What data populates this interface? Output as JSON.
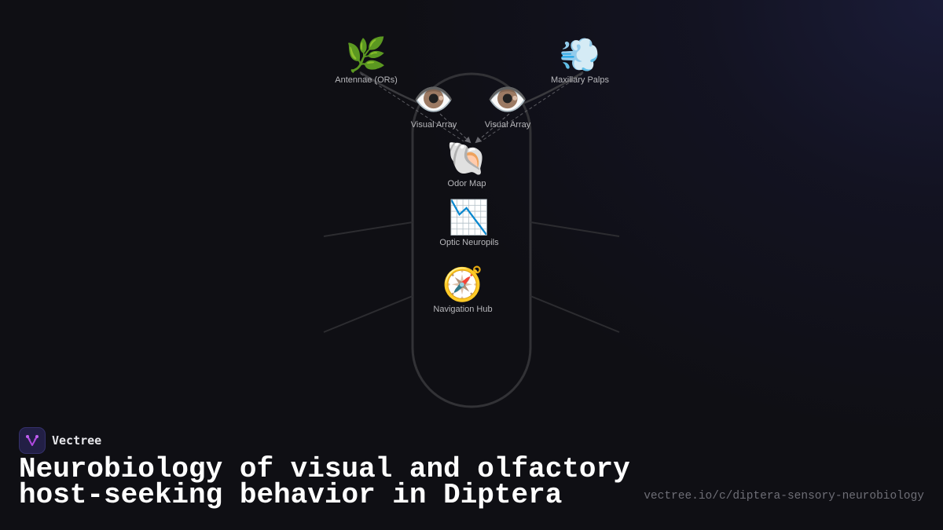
{
  "diagram": {
    "nodes": [
      {
        "id": "antennae",
        "label": "Antennae (ORs)",
        "icon": "herb-icon",
        "glyph": "🌿"
      },
      {
        "id": "palps",
        "label": "Maxillary Palps",
        "icon": "dash-wind-icon",
        "glyph": "💨"
      },
      {
        "id": "eye-left",
        "label": "Visual Array",
        "icon": "eye-icon",
        "glyph": "👁️"
      },
      {
        "id": "eye-right",
        "label": "Visual Array",
        "icon": "eye-icon",
        "glyph": "👁️"
      },
      {
        "id": "odor-map",
        "label": "Odor Map",
        "icon": "shell-icon",
        "glyph": "🐚"
      },
      {
        "id": "optic",
        "label": "Optic Neuropils",
        "icon": "chart-decreasing-icon",
        "glyph": "📉"
      },
      {
        "id": "nav",
        "label": "Navigation Hub",
        "icon": "compass-icon",
        "glyph": "🧭"
      }
    ],
    "edges": [
      {
        "from": "antennae",
        "to": "odor-map",
        "style": "dashed"
      },
      {
        "from": "palps",
        "to": "odor-map",
        "style": "dashed"
      },
      {
        "from": "eye-left",
        "to": "odor-map",
        "style": "dashed"
      },
      {
        "from": "eye-right",
        "to": "odor-map",
        "style": "dashed"
      }
    ],
    "colors": {
      "body_stroke": "#323236",
      "edge": "#6a6a70",
      "label": "#b8b8bc"
    }
  },
  "brand": {
    "name": "Vectree",
    "logo_color": "#b048e0"
  },
  "title": {
    "line1": "Neurobiology of visual and olfactory",
    "line2": "host-seeking behavior in Diptera"
  },
  "url": "vectree.io/c/diptera-sensory-neurobiology"
}
